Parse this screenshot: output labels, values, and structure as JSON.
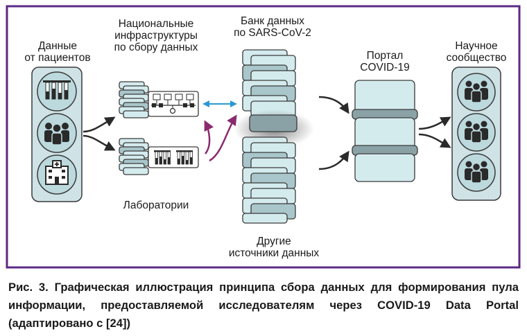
{
  "colors": {
    "frame": "#5b2a86",
    "panel": "#cfe3e6",
    "circle": "#bcd9dd",
    "server_light": "#d4ebee",
    "server_mid": "#a9c6ca",
    "server_dark": "#8aa2a6",
    "outline": "#3a3a3a",
    "arrow_dark": "#2a2a2a",
    "arrow_purple": "#8a2a6e",
    "arrow_blue": "#2a9ad0"
  },
  "labels": {
    "patients": [
      "Данные",
      "от пациентов"
    ],
    "national": [
      "Национальные",
      "инфраструктуры",
      "по сбору данных"
    ],
    "bank": [
      "Банк данных",
      "по SARS-CoV-2"
    ],
    "portal": [
      "Портал",
      "COVID-19"
    ],
    "science": [
      "Научное",
      "сообщество"
    ],
    "labs": [
      "Лаборатории"
    ],
    "other": [
      "Другие",
      "источники данных"
    ]
  },
  "icons": {
    "patients": [
      "test-tubes-icon",
      "people-icon",
      "hospital-icon"
    ],
    "science": [
      "scientists-icon",
      "scientists-icon",
      "scientists-icon"
    ]
  },
  "caption": "Рис. 3. Графическая иллюстрация принципа сбора данных для формирования пула информации, предоставляемой исследователям через COVID-19 Data Portal (адаптировано с [24])"
}
